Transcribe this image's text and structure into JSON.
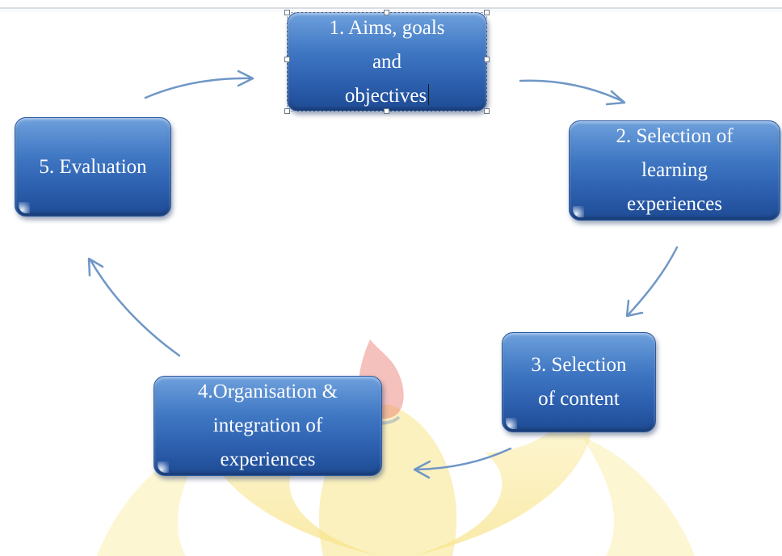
{
  "diagram": {
    "nodes": [
      {
        "id": "aims",
        "text": "1. Aims, goals\nand\nobjectives",
        "selected": true
      },
      {
        "id": "learning",
        "text": "2. Selection of\nlearning\nexperiences"
      },
      {
        "id": "content",
        "text": "3. Selection\nof content"
      },
      {
        "id": "organisation",
        "text": "4.Organisation &\nintegration of\nexperiences"
      },
      {
        "id": "evaluation",
        "text": "5. Evaluation"
      }
    ],
    "colors": {
      "node_fill": "#3f77c3",
      "arrow": "#6f97c6",
      "watermark_yellow": "#f6e27a",
      "watermark_red": "#e86b5c"
    }
  }
}
